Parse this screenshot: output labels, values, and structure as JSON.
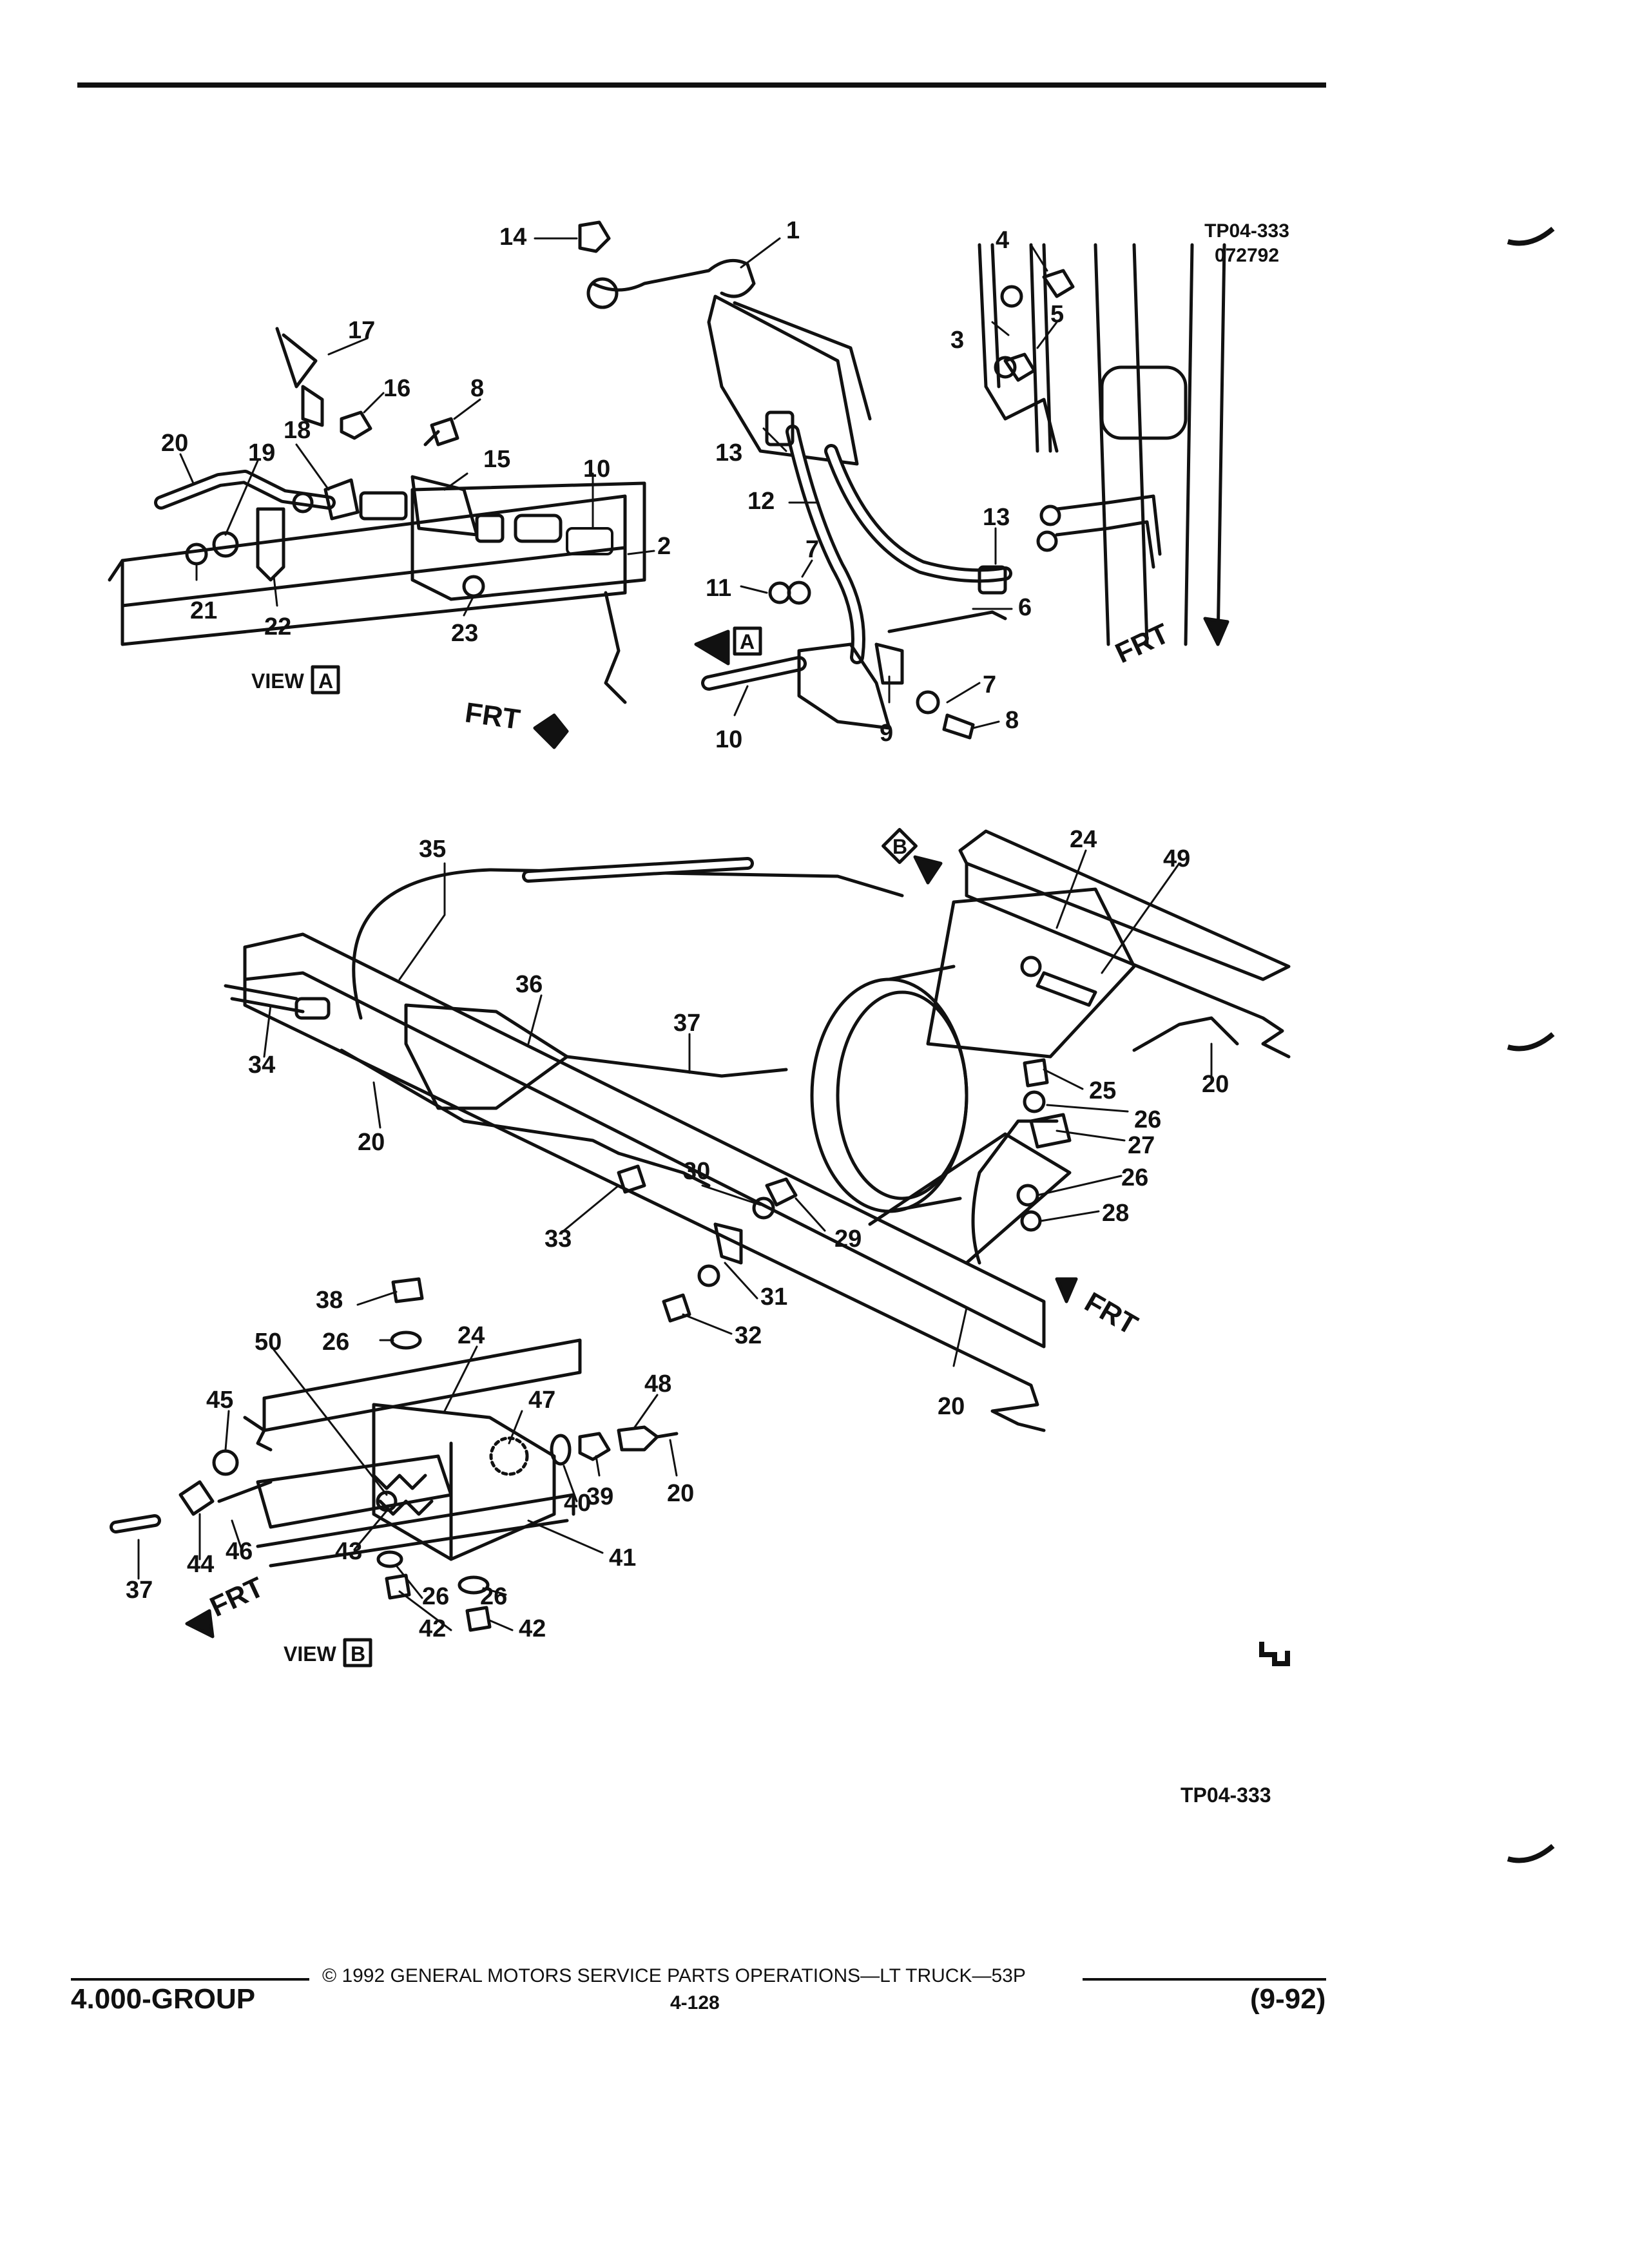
{
  "header": {
    "figure_id": "TP04-333",
    "figure_date": "072792"
  },
  "view_labels": {
    "view_a": "VIEW",
    "view_a_letter": "A",
    "view_b": "VIEW",
    "view_b_letter": "B",
    "callout_a": "A",
    "callout_b": "B"
  },
  "front_marker": "FRT",
  "callouts_view_a": [
    "20",
    "19",
    "18",
    "17",
    "16",
    "8",
    "15",
    "10",
    "2",
    "21",
    "22",
    "23"
  ],
  "callouts_top_right": [
    "14",
    "1",
    "4",
    "3",
    "5",
    "13",
    "12",
    "13",
    "7",
    "11",
    "6",
    "7",
    "8",
    "9",
    "10"
  ],
  "callouts_main": [
    "35",
    "24",
    "49",
    "36",
    "37",
    "34",
    "20",
    "25",
    "20",
    "26",
    "27",
    "26",
    "28",
    "30",
    "29",
    "33",
    "31",
    "32",
    "20"
  ],
  "callouts_view_b": [
    "38",
    "26",
    "24",
    "50",
    "45",
    "47",
    "48",
    "39",
    "20",
    "40",
    "41",
    "44",
    "46",
    "43",
    "26",
    "26",
    "37",
    "42",
    "42"
  ],
  "footer": {
    "group": "4.000-GROUP",
    "copyright": "© 1992 GENERAL MOTORS SERVICE PARTS OPERATIONS—LT TRUCK—53P",
    "page": "4-128",
    "date": "(9-92)",
    "figure_ref": "TP04-333"
  }
}
